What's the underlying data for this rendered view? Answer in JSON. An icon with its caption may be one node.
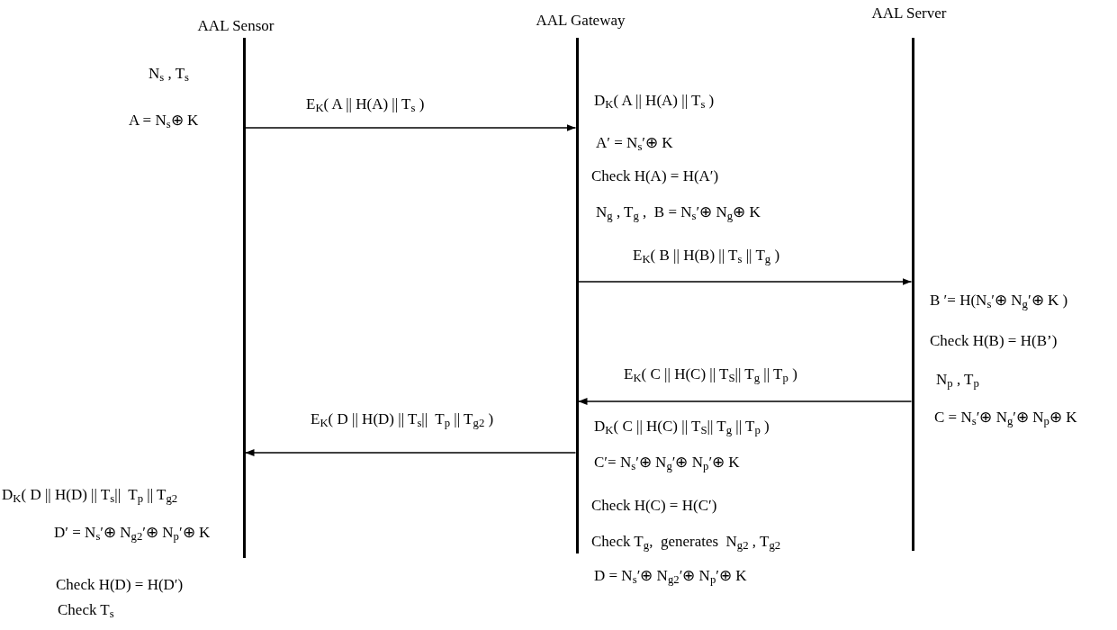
{
  "diagram": {
    "nodes": [
      {
        "text": [
          "AAL Sensor"
        ]
      },
      {
        "text": [
          "AAL Gateway"
        ]
      },
      {
        "text": [
          "AAL Server"
        ]
      }
    ],
    "edges": [
      {
        "from": 0,
        "to": 1,
        "arrow": "to",
        "label": "E$_{K}$( A || H(A) || T$_{s}$ )"
      },
      {
        "from": 1,
        "to": 2,
        "arrow": "to",
        "label": "E$_{K}$( B || H(B) || T$_{s}$ || T$_{g}$ )"
      },
      {
        "from": 2,
        "to": 1,
        "arrow": "to",
        "label": "E$_{K}$( C || H(C) || T$_{S}$|| T$_{g}$ || T$_{p}$ )"
      },
      {
        "from": 1,
        "to": 0,
        "arrow": "to",
        "label": "E$_{K}$( D || H(D) || T$_{s}$||  T$_{p}$ || T$_{g2}$ )"
      }
    ],
    "labels": [
      "N$_{s}$ , T$_{s}$",
      "A = N$_{s}$⊕ K",
      "D$_{K}$( A || H(A) || T$_{s}$ )",
      "A′ = N$_{s}$′⊕ K",
      "Check H(A) = H(A′)",
      "N$_{g}$ , T$_{g}$ ,  B = N$_{s}$′⊕ N$_{g}$⊕ K",
      "B ′= H(N$_{s}$′⊕ N$_{g}$′⊕ K )",
      "Check H(B) = H(B’)",
      "N$_{p}$ , T$_{p}$",
      "C = N$_{s}$′⊕ N$_{g}$′⊕ N$_{p}$⊕ K",
      "D$_{K}$( C || H(C) || T$_{S}$|| T$_{g}$ || T$_{p}$ )",
      "C′= N$_{s}$′⊕ N$_{g}$′⊕ N$_{p}$′⊕ K",
      "Check H(C) = H(C′)",
      "Check T$_{g}$,  generates  N$_{g2}$ , T$_{g2}$",
      "D = N$_{s}$′⊕ N$_{g2}$′⊕ N$_{p}$′⊕ K",
      "D$_{K}$( D || H(D) || T$_{s}$||  T$_{p}$ || T$_{g2}$",
      "D′ = N$_{s}$′⊕ N$_{g2}$′⊕ N$_{p}$′⊕ K",
      "Check H(D) = H(D′)",
      "Check T$_{s}$"
    ]
  }
}
